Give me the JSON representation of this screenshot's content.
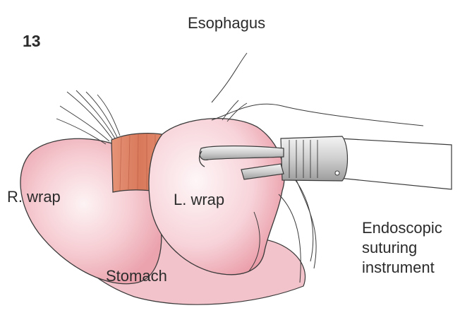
{
  "figure": {
    "number": "13",
    "labels": {
      "esophagus": "Esophagus",
      "r_wrap": "R. wrap",
      "l_wrap": "L. wrap",
      "stomach": "Stomach",
      "instrument": "Endoscopic\nsuturing\ninstrument"
    }
  },
  "colors": {
    "tissue_light": "#f9dfe3",
    "tissue_mid": "#f0b4bd",
    "tissue_deep": "#e58f9d",
    "esophagus_band": "#dd8567",
    "outline": "#3a3a3a"
  },
  "icons": [
    "esophagus-tissue",
    "stomach-wrap-illustration",
    "suturing-instrument"
  ]
}
